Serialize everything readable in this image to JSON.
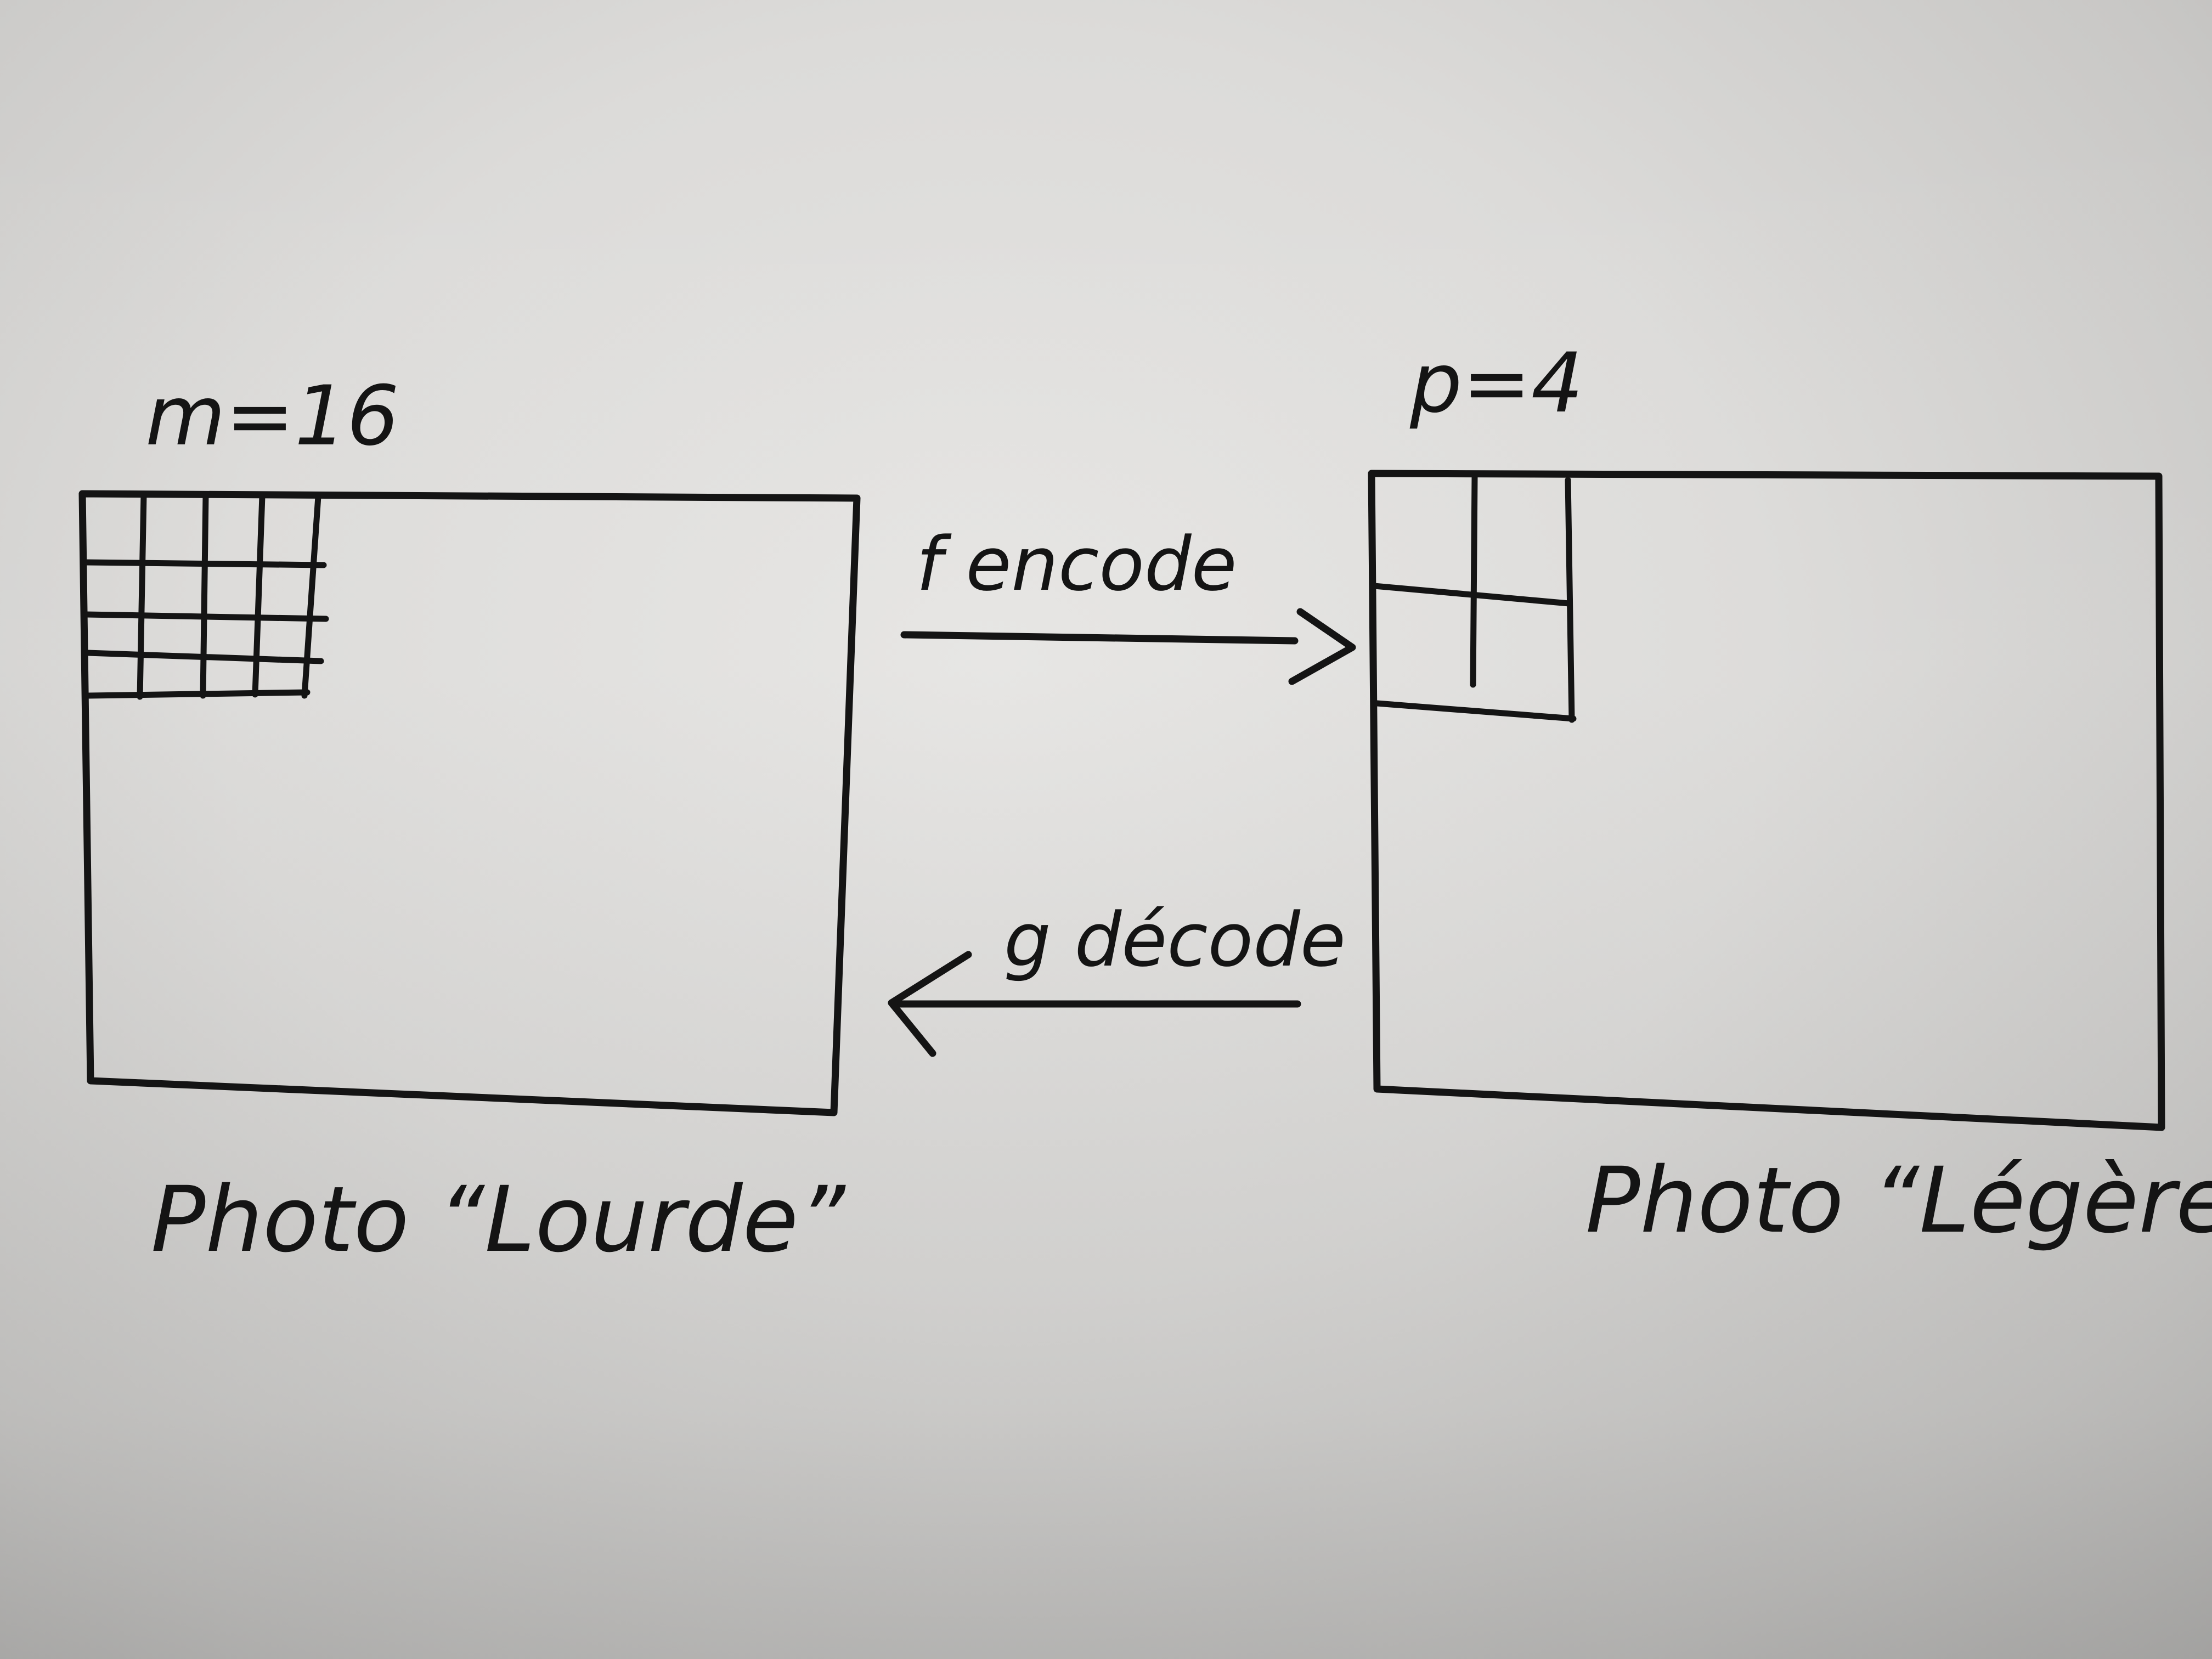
{
  "left_frame": {
    "top_label": "m=16",
    "caption": "Photo “Lourde”",
    "grid_cells_per_side": 4
  },
  "right_frame": {
    "top_label": "p=4",
    "caption": "Photo “Légère”",
    "grid_cells_per_side": 2
  },
  "arrow_forward": {
    "label": "f encode",
    "direction": "right"
  },
  "arrow_backward": {
    "label": "g décode",
    "direction": "left"
  },
  "colors": {
    "ink": "#141414",
    "paper": "#dcdbd9"
  }
}
